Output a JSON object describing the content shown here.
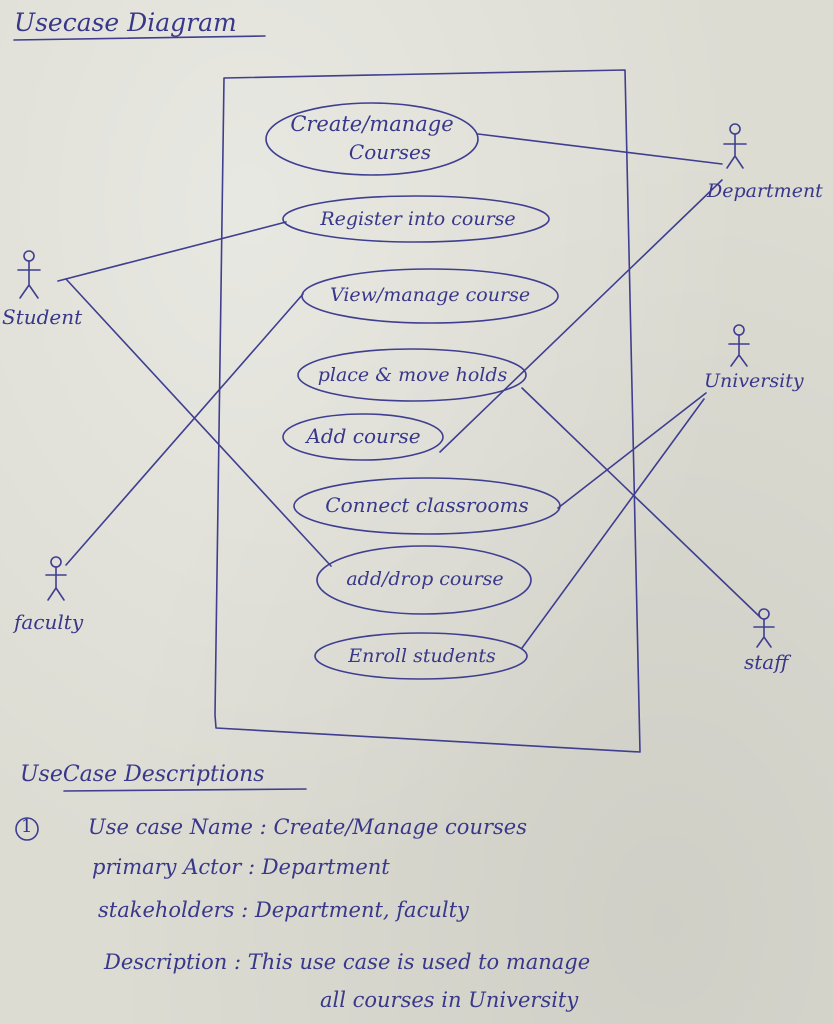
{
  "title": "Usecase Diagram",
  "actors": {
    "student": "Student",
    "faculty": "faculty",
    "department": "Department",
    "university": "University",
    "staff": "staff"
  },
  "use_cases": {
    "create_manage_line1": "Create/manage",
    "create_manage_line2": "Courses",
    "register": "Register into course",
    "view_manage": "View/manage course",
    "holds": "place & move holds",
    "add_course": "Add course",
    "connect": "Connect classrooms",
    "add_drop": "add/drop course",
    "enroll": "Enroll students"
  },
  "descriptions": {
    "heading": "UseCase Descriptions",
    "item_number": "1",
    "name_label": "Use case Name",
    "name_value": "Create/Manage courses",
    "actor_label": "primary Actor",
    "actor_value": "Department",
    "stakeholders_label": "stakeholders",
    "stakeholders_value": "Department, faculty",
    "description_label": "Description",
    "description_line1": "This use case is used to manage",
    "description_line2": "all courses in University"
  }
}
